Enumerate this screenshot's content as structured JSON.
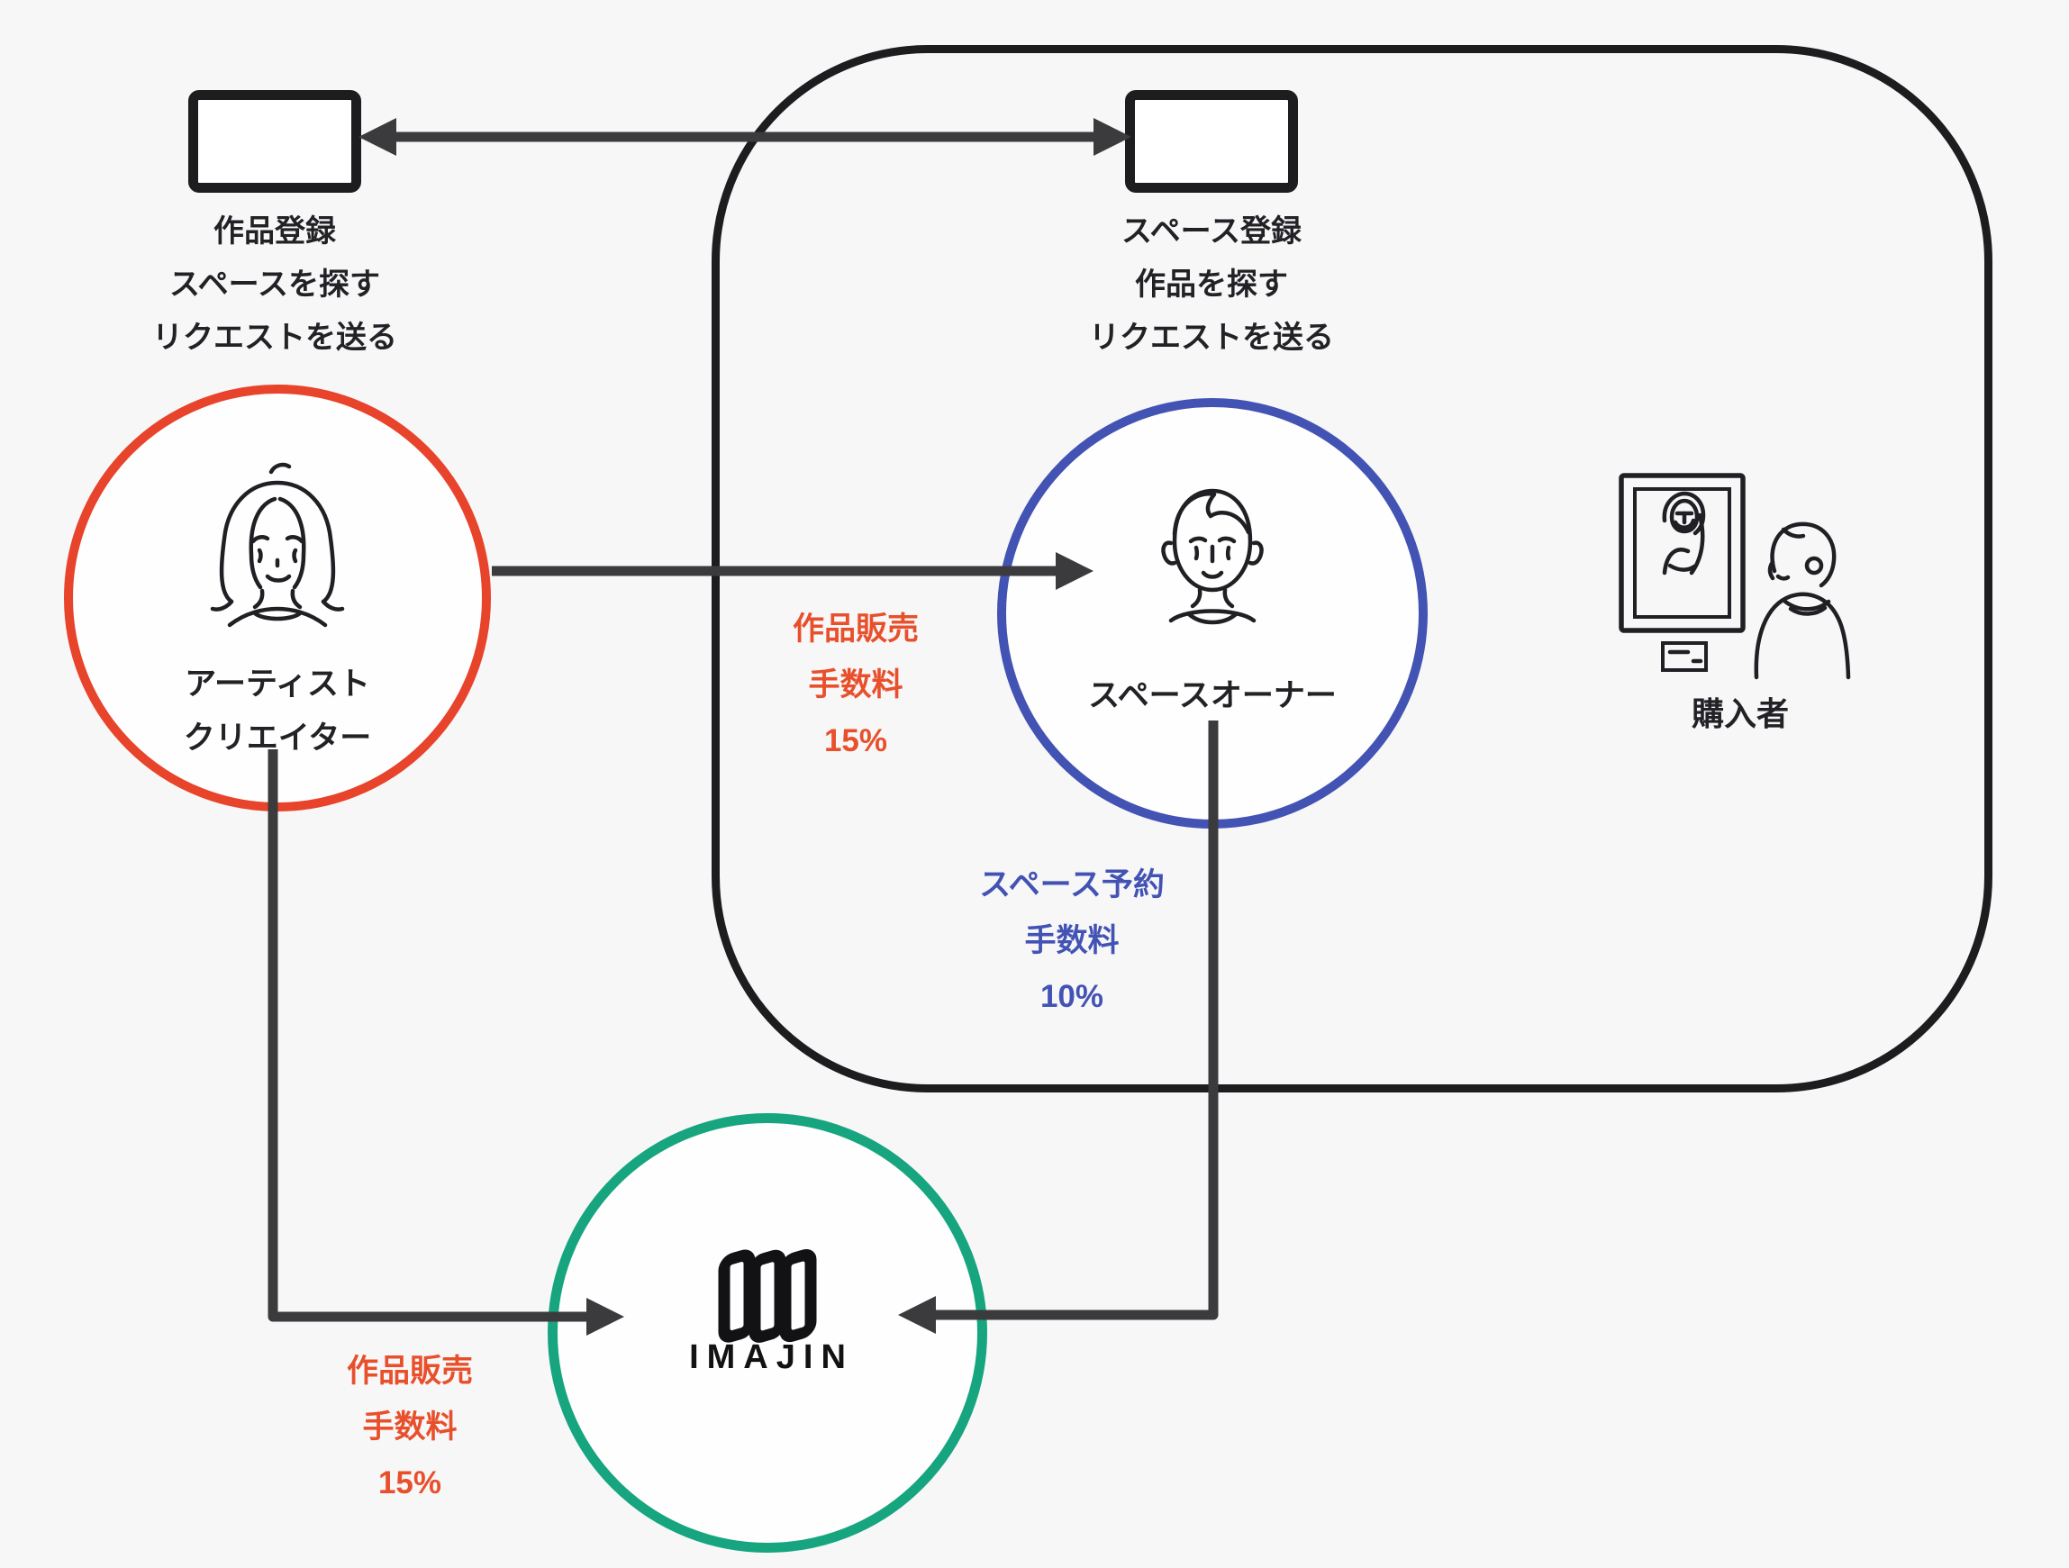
{
  "diagram": {
    "background": "#f7f7f8",
    "outline_color": "#1d1d1f",
    "arrow_color": "#3b3b3e"
  },
  "boxes": {
    "artist_steps": [
      "作品登録",
      "スペースを探す",
      "リクエストを送る"
    ],
    "owner_steps": [
      "スペース登録",
      "作品を探す",
      "リクエストを送る"
    ]
  },
  "actors": {
    "artist": {
      "label_lines": [
        "アーティスト",
        "クリエイター"
      ],
      "color": "#e8432b"
    },
    "space_owner": {
      "label": "スペースオーナー",
      "color": "#4353b4"
    },
    "buyer": {
      "label": "購入者"
    },
    "platform": {
      "logo_text": "IMAJIN",
      "color": "#16a57e"
    }
  },
  "fees": {
    "artwork_sale_to_owner": {
      "lines": [
        "作品販売",
        "手数料",
        "15%"
      ],
      "color": "#e8502c"
    },
    "space_reservation": {
      "lines": [
        "スペース予約",
        "手数料",
        "10%"
      ],
      "color": "#4353b4"
    },
    "artwork_sale_to_platform": {
      "lines": [
        "作品販売",
        "手数料",
        "15%"
      ],
      "color": "#e8502c"
    }
  }
}
